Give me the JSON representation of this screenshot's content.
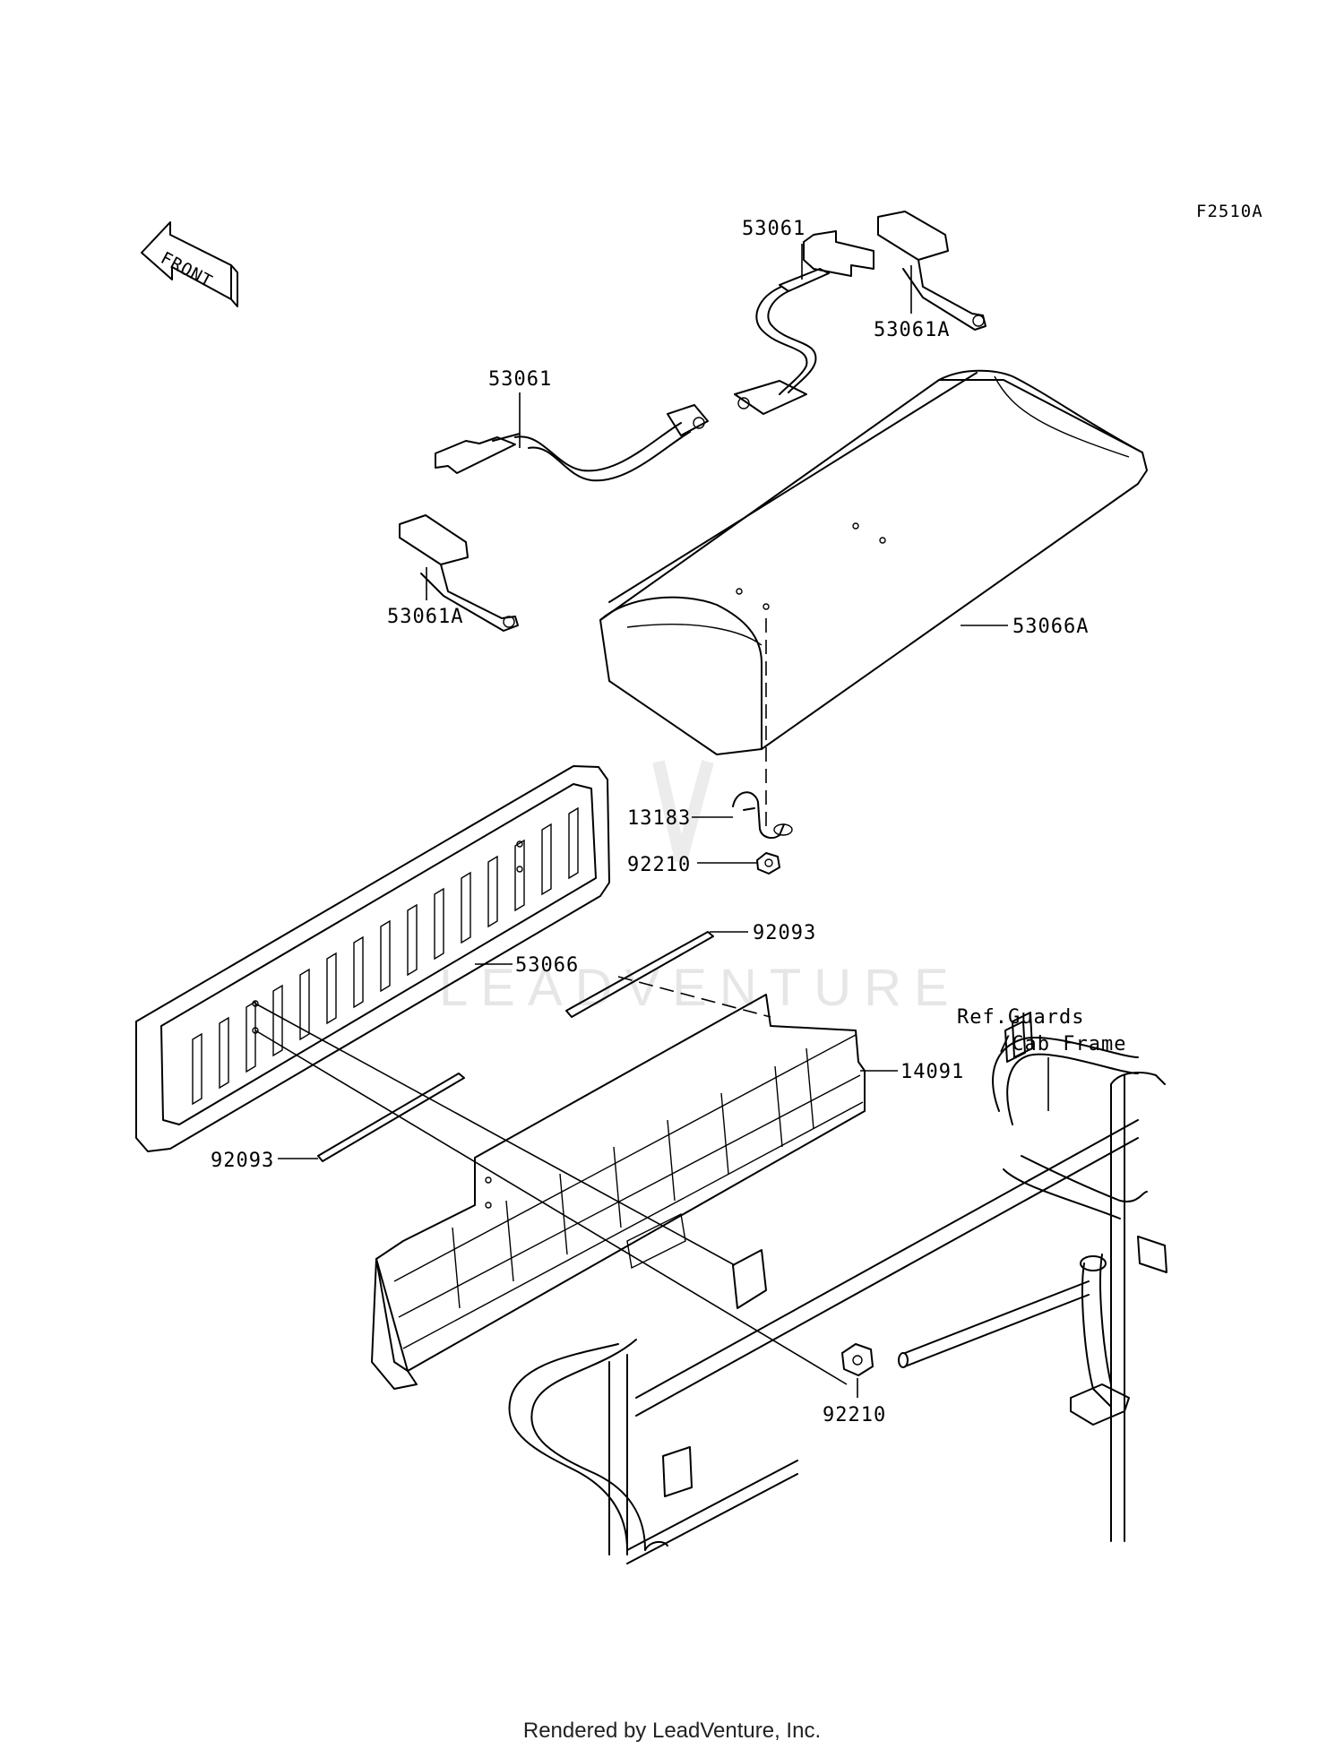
{
  "diagram_code": "F2510A",
  "front_label": "FRONT",
  "watermark": "LEADVENTURE",
  "footer": "Rendered by LeadVenture, Inc.",
  "callouts": {
    "strap_upper": "53061",
    "strap_upper_bracket": "53061A",
    "strap_lower": "53061",
    "strap_lower_bracket": "53061A",
    "seat_cushion": "53066A",
    "clamp": "13183",
    "nut_upper": "92210",
    "pad_upper": "92093",
    "backrest": "53066",
    "seat_frame": "14091",
    "pad_lower": "92093",
    "nut_lower": "92210",
    "ref_guards_line1": "Ref.Guards",
    "ref_guards_line2": "/Cab Frame"
  }
}
